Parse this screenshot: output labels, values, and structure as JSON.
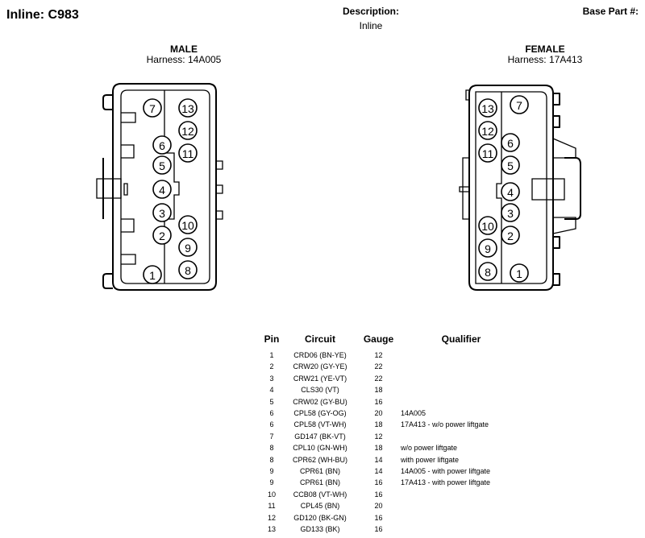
{
  "header": {
    "title": "Inline: C983",
    "description_label": "Description:",
    "description_value": "Inline",
    "base_part_label": "Base Part #:"
  },
  "connectors": {
    "male": {
      "label": "MALE",
      "harness": "Harness: 14A005"
    },
    "female": {
      "label": "FEMALE",
      "harness": "Harness: 17A413"
    }
  },
  "pin_labels": [
    "1",
    "2",
    "3",
    "4",
    "5",
    "6",
    "7",
    "8",
    "9",
    "10",
    "11",
    "12",
    "13"
  ],
  "table": {
    "headers": {
      "pin": "Pin",
      "circuit": "Circuit",
      "gauge": "Gauge",
      "qualifier": "Qualifier"
    },
    "rows": [
      {
        "pin": "1",
        "circuit": "CRD06 (BN-YE)",
        "gauge": "12",
        "qualifier": ""
      },
      {
        "pin": "2",
        "circuit": "CRW20 (GY-YE)",
        "gauge": "22",
        "qualifier": ""
      },
      {
        "pin": "3",
        "circuit": "CRW21 (YE-VT)",
        "gauge": "22",
        "qualifier": ""
      },
      {
        "pin": "4",
        "circuit": "CLS30 (VT)",
        "gauge": "18",
        "qualifier": ""
      },
      {
        "pin": "5",
        "circuit": "CRW02 (GY-BU)",
        "gauge": "16",
        "qualifier": ""
      },
      {
        "pin": "6",
        "circuit": "CPL58 (GY-OG)",
        "gauge": "20",
        "qualifier": "14A005"
      },
      {
        "pin": "6",
        "circuit": "CPL58 (VT-WH)",
        "gauge": "18",
        "qualifier": "17A413 - w/o power liftgate"
      },
      {
        "pin": "7",
        "circuit": "GD147 (BK-VT)",
        "gauge": "12",
        "qualifier": ""
      },
      {
        "pin": "8",
        "circuit": "CPL10 (GN-WH)",
        "gauge": "18",
        "qualifier": "w/o power liftgate"
      },
      {
        "pin": "8",
        "circuit": "CPR62 (WH-BU)",
        "gauge": "14",
        "qualifier": "with power liftgate"
      },
      {
        "pin": "9",
        "circuit": "CPR61 (BN)",
        "gauge": "14",
        "qualifier": "14A005 - with power liftgate"
      },
      {
        "pin": "9",
        "circuit": "CPR61 (BN)",
        "gauge": "16",
        "qualifier": "17A413 - with power liftgate"
      },
      {
        "pin": "10",
        "circuit": "CCB08 (VT-WH)",
        "gauge": "16",
        "qualifier": ""
      },
      {
        "pin": "11",
        "circuit": "CPL45 (BN)",
        "gauge": "20",
        "qualifier": ""
      },
      {
        "pin": "12",
        "circuit": "GD120 (BK-GN)",
        "gauge": "16",
        "qualifier": ""
      },
      {
        "pin": "13",
        "circuit": "GD133 (BK)",
        "gauge": "16",
        "qualifier": ""
      }
    ]
  }
}
